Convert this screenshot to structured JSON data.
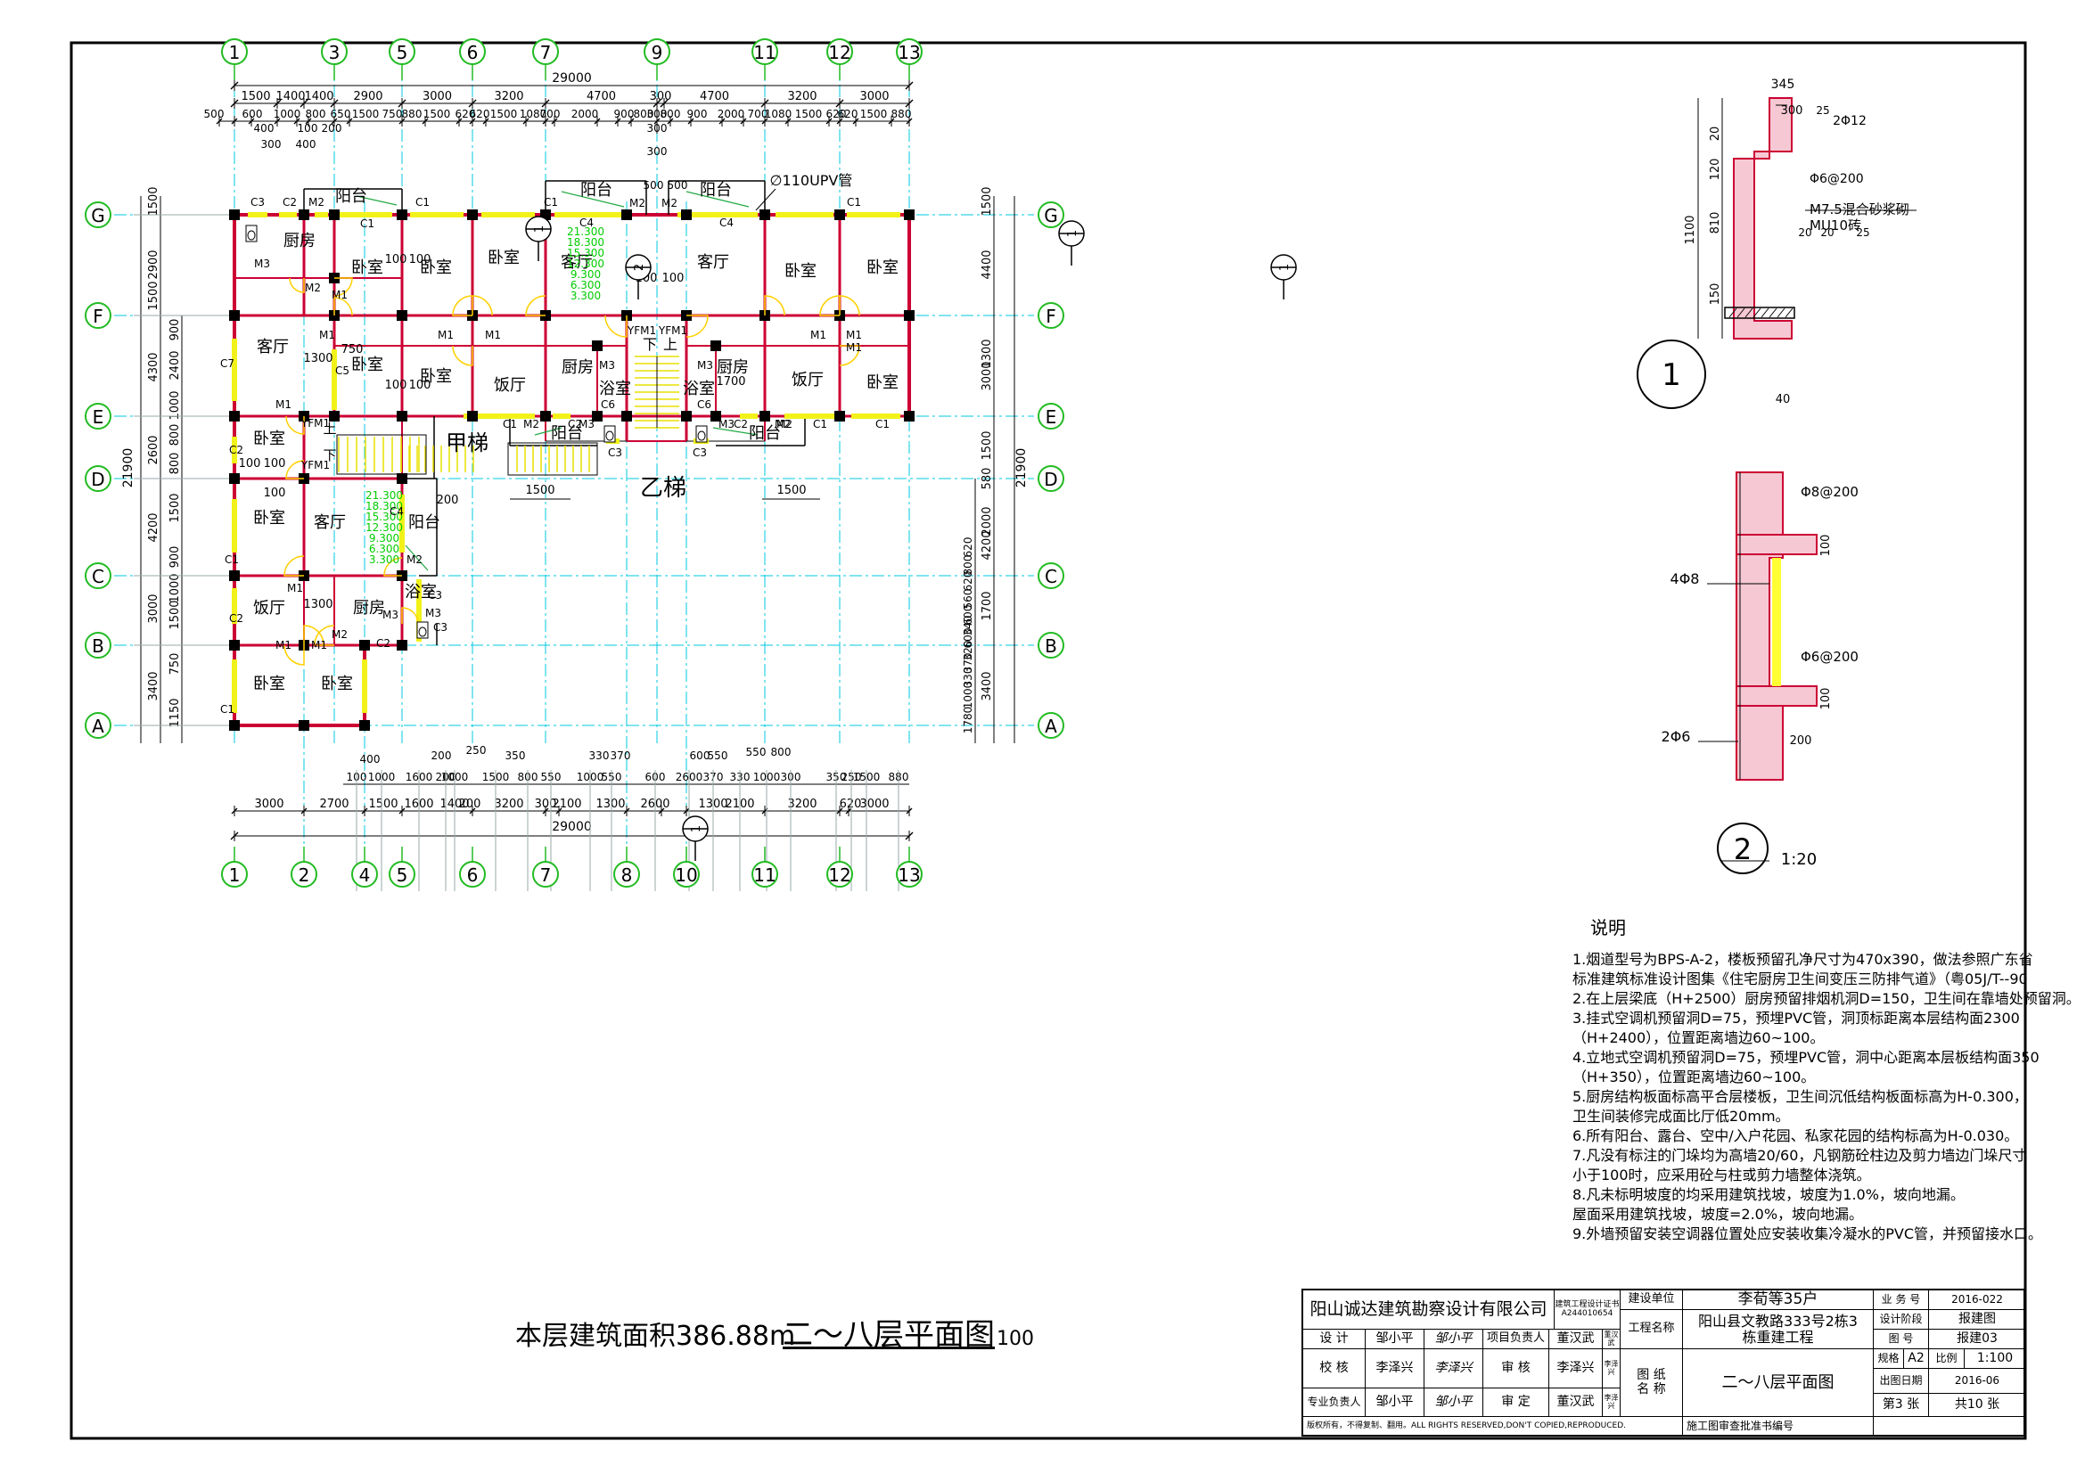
{
  "axes": {
    "top_numbers": [
      "1",
      "3",
      "5",
      "6",
      "7",
      "9",
      "11",
      "12",
      "13"
    ],
    "bottom_numbers": [
      "1",
      "2",
      "4",
      "5",
      "6",
      "7",
      "8",
      "10",
      "11",
      "12",
      "13"
    ],
    "letters": [
      "G",
      "F",
      "E",
      "D",
      "C",
      "B",
      "A"
    ]
  },
  "dimensions": {
    "overall_width": "29000",
    "overall_depth": "21900",
    "top_row1": [
      "1500",
      "1400",
      "1400",
      "2900",
      "3000",
      "3200",
      "4700",
      "300",
      "4700",
      "3200",
      "3000"
    ],
    "top_row2": [
      "500",
      "600",
      "1000",
      "800",
      "650",
      "1500",
      "750",
      "880",
      "1500",
      "620",
      "620",
      "1500",
      "1080",
      "700",
      "2000",
      "900",
      "800",
      "300",
      "800",
      "900",
      "2000",
      "700",
      "1080",
      "1500",
      "620",
      "620",
      "1500",
      "880"
    ],
    "top_small": [
      "400",
      "100",
      "200",
      "300",
      "400",
      "300",
      "500",
      "500"
    ],
    "bottom_row1": [
      "100",
      "1000",
      "1600",
      "200",
      "1000",
      "1500",
      "800",
      "550",
      "1000",
      "550",
      "600",
      "2600",
      "370",
      "330",
      "1000",
      "300",
      "350",
      "250",
      "1500",
      "880"
    ],
    "bottom_row1_top": [
      "400",
      "200",
      "250",
      "350",
      "330",
      "370",
      "600",
      "550",
      "550",
      "800"
    ],
    "bottom_row2": [
      "3000",
      "2700",
      "1500",
      "1600",
      "1400",
      "200",
      "3200",
      "300",
      "2100",
      "1300",
      "2600",
      "1300",
      "2100",
      "3200",
      "620",
      "3000"
    ],
    "left_row1": [
      "1500",
      "2900",
      "1500",
      "4300",
      "2600",
      "4200",
      "3000",
      "3400"
    ],
    "left_row2": [
      "900",
      "2400",
      "1000",
      "800",
      "800",
      "1500",
      "900",
      "1000",
      "1500",
      "750",
      "1150"
    ],
    "right_row1": [
      "1500",
      "4400",
      "1300",
      "3000",
      "1500",
      "580",
      "2000",
      "4200",
      "1700",
      "3400"
    ],
    "right_row2": [
      "620",
      "800",
      "620",
      "560",
      "600",
      "340",
      "600",
      "320",
      "370",
      "330",
      "1000",
      "1780"
    ]
  },
  "rooms": [
    "厨房",
    "卧室",
    "卧室",
    "卧室",
    "客厅",
    "客厅",
    "卧室",
    "卧室",
    "客厅",
    "卧室",
    "卧室",
    "饭厅",
    "厨房",
    "浴室",
    "厨房",
    "浴室",
    "饭厅",
    "卧室",
    "卧室",
    "卧室",
    "客厅",
    "阳台",
    "饭厅",
    "厨房",
    "浴室",
    "卧室",
    "卧室",
    "阳台",
    "阳台",
    "阳台",
    "阳台"
  ],
  "stairs": {
    "a": "甲梯",
    "b": "乙梯",
    "up": "上",
    "down": "下"
  },
  "elevations": [
    "21.300",
    "18.300",
    "15.300",
    "12.300",
    "9.300",
    "6.300",
    "3.300"
  ],
  "labels": {
    "pipe": "∅110UPV管",
    "left_sec": "1",
    "right_sec": "2",
    "marks": [
      "C1",
      "C2",
      "C3",
      "C4",
      "C5",
      "C6",
      "C7",
      "M1",
      "M2",
      "M3",
      "YFM1",
      "800"
    ]
  },
  "details": {
    "d1_number": "1",
    "d1_dims": [
      "345",
      "300",
      "25",
      "2Φ12",
      "20",
      "120",
      "1100",
      "810",
      "20",
      "150",
      "20",
      "25",
      "40"
    ],
    "d1_notes": [
      "Φ6@200",
      "M7.5混合砂浆砌",
      "MU10砖"
    ],
    "d2_number": "2",
    "d2_scale": "1:20",
    "d2_notes": [
      "Φ8@200",
      "4Φ8",
      "Φ6@200",
      "2Φ6",
      "200",
      "100",
      "100"
    ]
  },
  "notes": {
    "title": "说明",
    "items": [
      "1.烟道型号为BPS-A-2，楼板预留孔净尺寸为470x390，做法参照广东省",
      "标准建筑标准设计图集《住宅厨房卫生间变压三防排气道》（粤05J/T--90",
      "2.在上层梁底（H+2500）厨房预留排烟机洞D=150，卫生间在靠墙处预留洞。",
      "3.挂式空调机预留洞D=75，预埋PVC管，洞顶标距离本层结构面2300",
      "（H+2400），位置距离墙边60~100。",
      "4.立地式空调机预留洞D=75，预埋PVC管，洞中心距离本层板结构面350",
      "（H+350），位置距离墙边60~100。",
      "5.厨房结构板面标高平合层楼板，卫生间沉低结构板面标高为H-0.300，",
      "卫生间装修完成面比厅低20mm。",
      "6.所有阳台、露台、空中/入户花园、私家花园的结构标高为H-0.030。",
      "7.凡没有标注的门垛均为高墙20/60，凡钢筋砼柱边及剪力墙边门垛尺寸",
      "小于100时，应采用砼与柱或剪力墙整体浇筑。",
      "8.凡未标明坡度的均采用建筑找坡，坡度为1.0%，坡向地漏。",
      "屋面采用建筑找坡，坡度=2.0%，坡向地漏。",
      "9.外墙预留安装空调器位置处应安装收集冷凝水的PVC管，并预留接水口。"
    ]
  },
  "caption": {
    "area_label": "本层建筑面积",
    "area_value": "386.88",
    "area_unit": "m",
    "drawing_name": "二～八层平面图",
    "scale": "100"
  },
  "title_block": {
    "company": "阳山诚达建筑勘察设计有限公司",
    "cert_lines": [
      "建筑工程设计证书",
      "A244010654"
    ],
    "row_labels": [
      "设  计",
      "校  核",
      "专业负责人"
    ],
    "row_names": [
      "邹小平",
      "李泽兴",
      "邹小平"
    ],
    "row_sign": [
      "邹小平",
      "李泽兴",
      "邹小平"
    ],
    "col2_labels": [
      "项目负责人",
      "审  核",
      "审  定"
    ],
    "col2_names": [
      "董汉武",
      "李泽兴",
      "董汉武"
    ],
    "col2_sign": [
      "董汉武",
      "李泽兴",
      "李泽兴"
    ],
    "client_label": "建设单位",
    "client": "李荀等35户",
    "project_label": "工程名称",
    "project_name": "阳山县文教路333号2栋3栋重建工程",
    "drawing_label_1": "图 纸",
    "drawing_label_2": "名 称",
    "drawing_name": "二～八层平面图",
    "info_labels": [
      "业 务 号",
      "设计阶段",
      "图    号",
      "规格",
      "比例",
      "出图日期"
    ],
    "info_values": [
      "2016-022",
      "报建图",
      "报建03",
      "A2",
      "1:100",
      "2016-06"
    ],
    "sheet": "第3 张",
    "total": "共10 张",
    "copyright": "版权所有，不得复制、翻用。ALL RIGHTS RESERVED,DON'T COPIED,REPRODUCED.",
    "approval": "施工图审查批准书编号"
  },
  "colors": {
    "axis": "#22bb22",
    "grid": "#00c8e0",
    "wall": "#cc0033",
    "column": "#000000",
    "window": "#f2f21a",
    "door": "#ffd000",
    "elevation": "#00cc00",
    "line": "#000000"
  }
}
